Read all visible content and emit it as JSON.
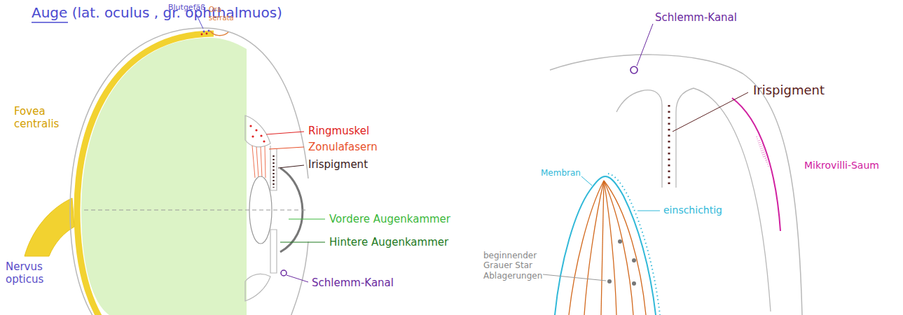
{
  "diagram": {
    "title": "Auge (lat. oculus , gr. ophthalmuos)",
    "labels": [
      "Blutgefäß",
      "Ora serrata",
      "Ringmuskel",
      "Zonulafasern",
      "Irispigment",
      "Fovea centralis",
      "Vordere Augenkammer",
      "Hintere Augenkammer",
      "Nervus opticus",
      "Schlemm-Kanal",
      "Schlemm-Kanal",
      "Irispigment",
      "Mikrovilli-Saum",
      "Membran",
      "einschichtig",
      "beginnender Grauer Star Ablagerungen"
    ]
  }
}
